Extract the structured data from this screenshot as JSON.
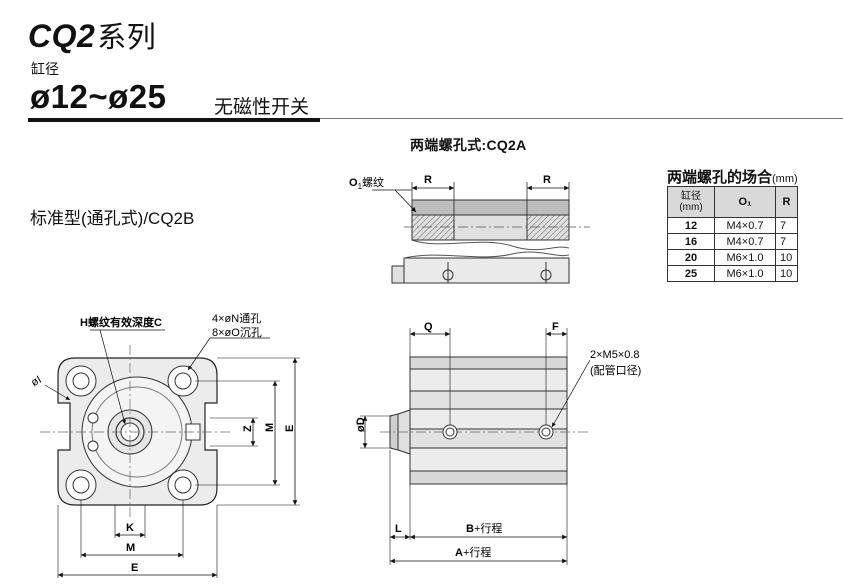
{
  "header": {
    "series_code": "CQ2",
    "series_word": "系列",
    "bore_label": "缸径",
    "bore_range": "ø12~ø25",
    "bore_range_note": "无磁性开关"
  },
  "cq2a": {
    "title": "两端螺孔式:CQ2A",
    "o1_label_sub": "1",
    "o1_label_suffix": "螺纹",
    "o1_label_main": "O",
    "r_label_left": "R",
    "r_label_right": "R"
  },
  "cq2b": {
    "title": "标准型(通孔式)/CQ2B",
    "front_view": {
      "h_label": "H螺纹有效深度C",
      "n_label": "4×øN通孔",
      "o_label": "8×øO沉孔",
      "i_label": "øI",
      "z_label": "Z",
      "m_label_vert": "M",
      "e_label_vert": "E",
      "k_label": "K",
      "m_label_horiz": "M",
      "e_label_horiz": "E"
    },
    "side_view": {
      "q_label": "Q",
      "f_label": "F",
      "port_label": "2×M5×0.8",
      "port_note": "(配管口径)",
      "d_label": "øD",
      "l_label": "L",
      "b_label": "B",
      "b_suffix": "+行程",
      "a_label": "A",
      "a_suffix": "+行程"
    }
  },
  "o1_table": {
    "title": "两端螺孔的场合",
    "unit": "(mm)",
    "headers": {
      "bore_line1": "缸径",
      "bore_line2": "(mm)",
      "o1": "O₁",
      "r": "R"
    },
    "rows": [
      {
        "bore": "12",
        "o1": "M4×0.7",
        "r": "7"
      },
      {
        "bore": "16",
        "o1": "M4×0.7",
        "r": "7"
      },
      {
        "bore": "20",
        "o1": "M6×1.0",
        "r": "10"
      },
      {
        "bore": "25",
        "o1": "M6×1.0",
        "r": "10"
      }
    ]
  }
}
